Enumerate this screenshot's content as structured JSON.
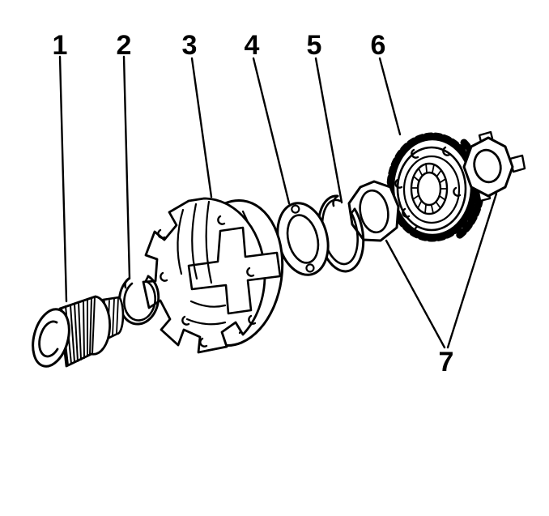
{
  "figure": {
    "background_color": "#ffffff",
    "line_color": "#000000",
    "callouts": [
      {
        "label": "1"
      },
      {
        "label": "2"
      },
      {
        "label": "3"
      },
      {
        "label": "4"
      },
      {
        "label": "5"
      },
      {
        "label": "6"
      },
      {
        "label": "7"
      }
    ]
  }
}
